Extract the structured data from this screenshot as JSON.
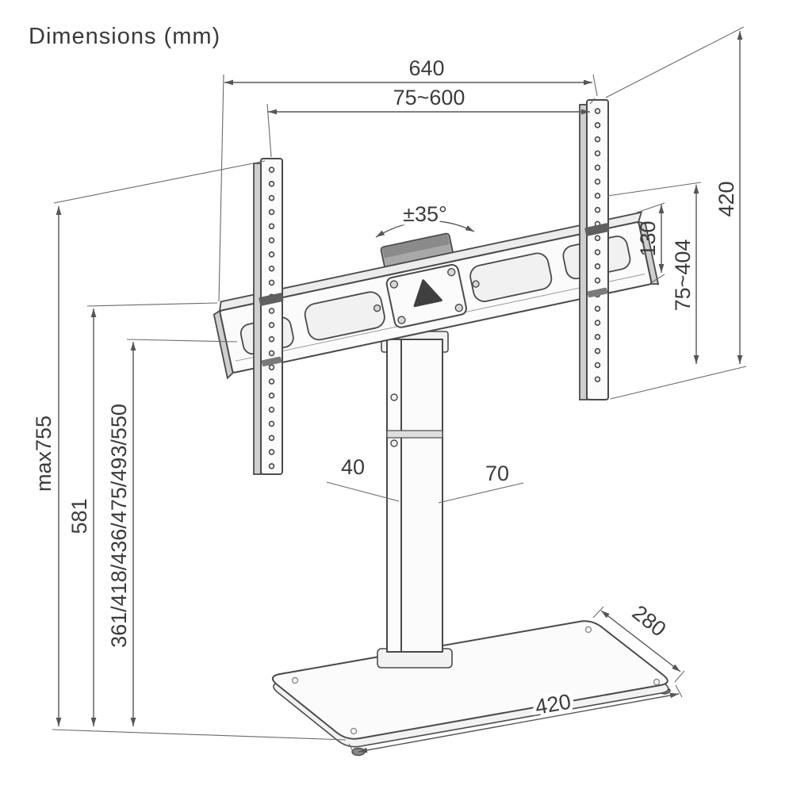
{
  "title": "Dimensions (mm)",
  "dims": {
    "overall_width": "640",
    "vesa_width": "75~600",
    "swivel": "±35°",
    "bracket_height": "130",
    "vesa_height": "75~404",
    "rail_height": "420",
    "max_height": "max755",
    "pole_height": "581",
    "height_settings": "361/418/436/475/493/550",
    "column_depth": "40",
    "column_width": "70",
    "base_depth": "280",
    "base_width": "420"
  }
}
